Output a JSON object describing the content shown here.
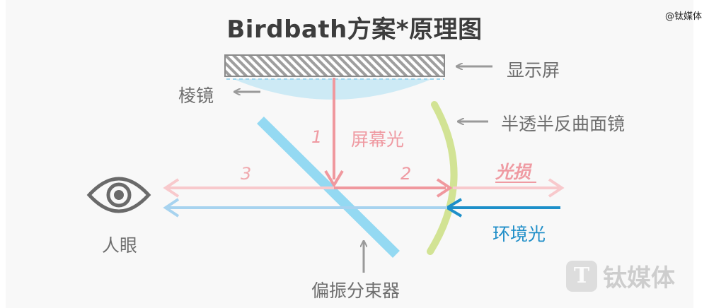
{
  "title": "Birdbath方案*原理图",
  "corner_watermark": "@钛媒体",
  "watermark": {
    "logo_glyph": "T",
    "text": "钛媒体"
  },
  "labels": {
    "display": "显示屏",
    "prism": "棱镜",
    "mirror": "半透半反曲面镜",
    "screen_light": "屏幕光",
    "light_loss": "光损",
    "ambient_light": "环境光",
    "eye": "人眼",
    "beam_splitter": "偏振分束器"
  },
  "path_numbers": {
    "one": "1",
    "two": "2",
    "three": "3"
  },
  "colors": {
    "screen_light": "#f0989e",
    "screen_light_faint": "#f8c9cc",
    "ambient_light": "#1d8fc9",
    "ambient_faint": "#a7d3ef",
    "beam_splitter": "#7ed0ef",
    "mirror": "#cfe08d",
    "prism": "#bfe4f2",
    "pointer": "#9a9a9a",
    "ambient_label": "#1f8ec8",
    "loss_label": "#ef9aa2"
  },
  "icons": {
    "eye": "eye-icon"
  }
}
